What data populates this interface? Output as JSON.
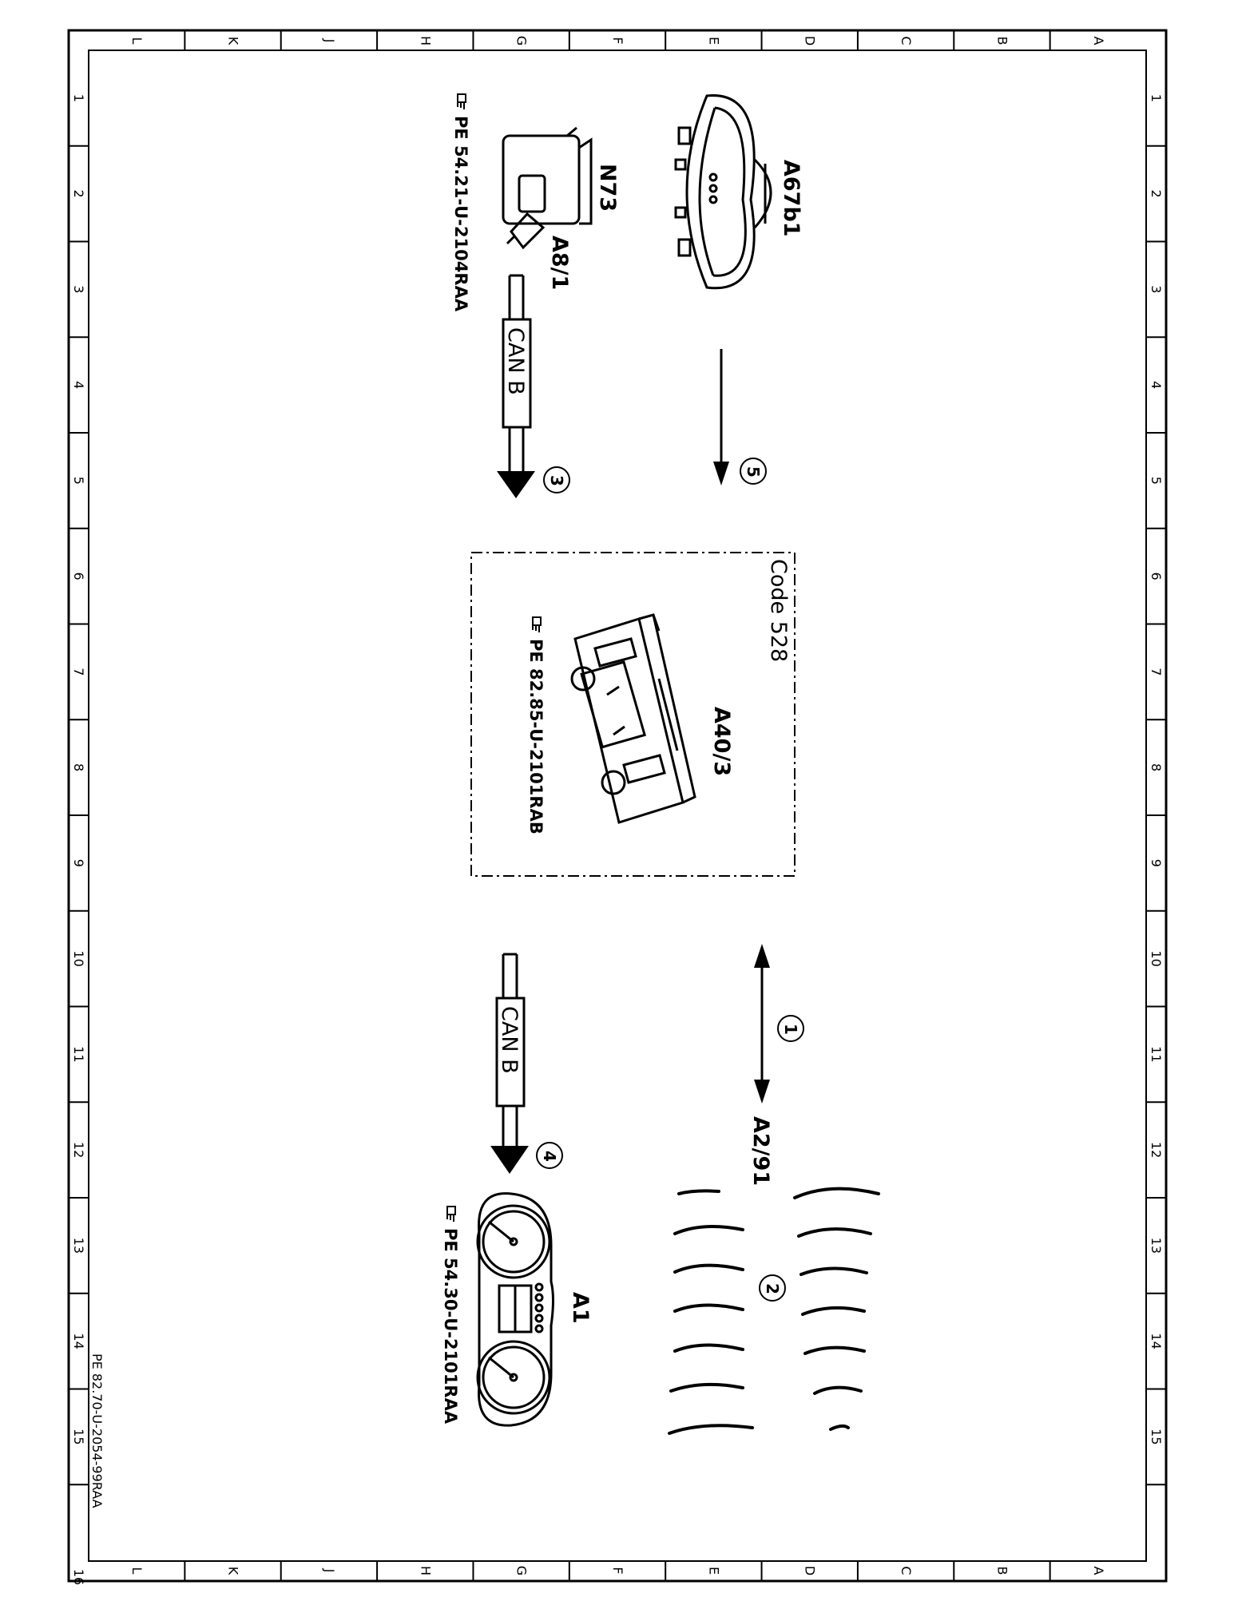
{
  "grid": {
    "columns": [
      "L",
      "K",
      "J",
      "H",
      "G",
      "F",
      "E",
      "D",
      "C",
      "B",
      "A"
    ],
    "rows": [
      "1",
      "2",
      "3",
      "4",
      "5",
      "6",
      "7",
      "8",
      "9",
      "10",
      "11",
      "12",
      "13",
      "14",
      "15",
      "16"
    ]
  },
  "components": {
    "mirror": {
      "label": "A67b1"
    },
    "ignition": {
      "label_n": "N73",
      "label_a": "A8/1",
      "ref": "PE 54.21-U-2104RAA"
    },
    "headunit": {
      "label": "A40/3",
      "ref": "PE 82.85-U-2101RAB",
      "code": "Code 528"
    },
    "antenna": {
      "label": "A2/91"
    },
    "cluster": {
      "label": "A1",
      "ref": "PE 54.30-U-2101RAA"
    }
  },
  "signals": {
    "s1": "1",
    "s2": "2",
    "s3": "3",
    "s4": "4",
    "s5": "5",
    "can_top": "CAN B",
    "can_bottom": "CAN B"
  },
  "footer": {
    "doc_ref": "PE 82.70-U-2054-99RAA"
  },
  "icons": [
    "hand-pointer-icon"
  ]
}
